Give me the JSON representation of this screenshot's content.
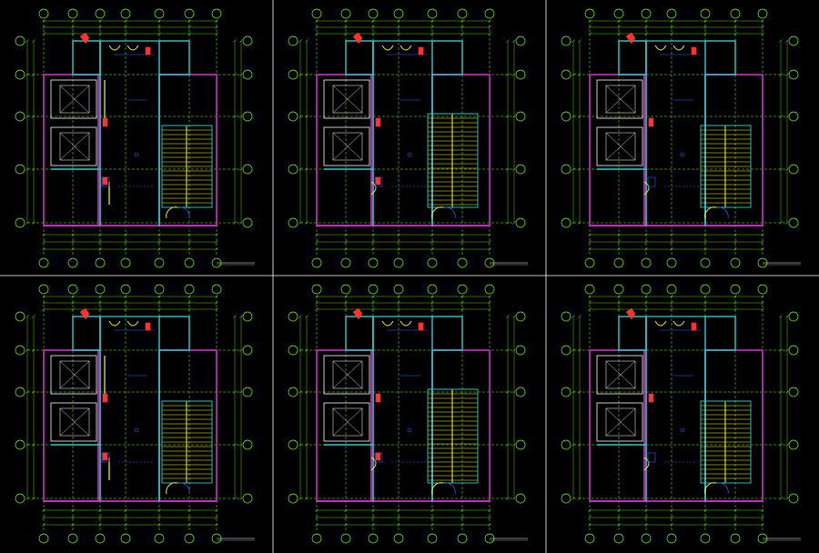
{
  "colors": {
    "background": "#000000",
    "axis_green": "#7fff00",
    "wall_cyan": "#33cccc",
    "wall_magenta": "#cc33cc",
    "stair_yellow": "#ffff33",
    "dim_white": "#dcdcdc",
    "blue": "#3366ff",
    "red": "#ff3333",
    "divider": "#ffffff"
  },
  "panels": [
    {
      "id": "p1",
      "variant": "a"
    },
    {
      "id": "p2",
      "variant": "b"
    },
    {
      "id": "p3",
      "variant": "c"
    },
    {
      "id": "p4",
      "variant": "a"
    },
    {
      "id": "p5",
      "variant": "b"
    },
    {
      "id": "p6",
      "variant": "c"
    }
  ]
}
